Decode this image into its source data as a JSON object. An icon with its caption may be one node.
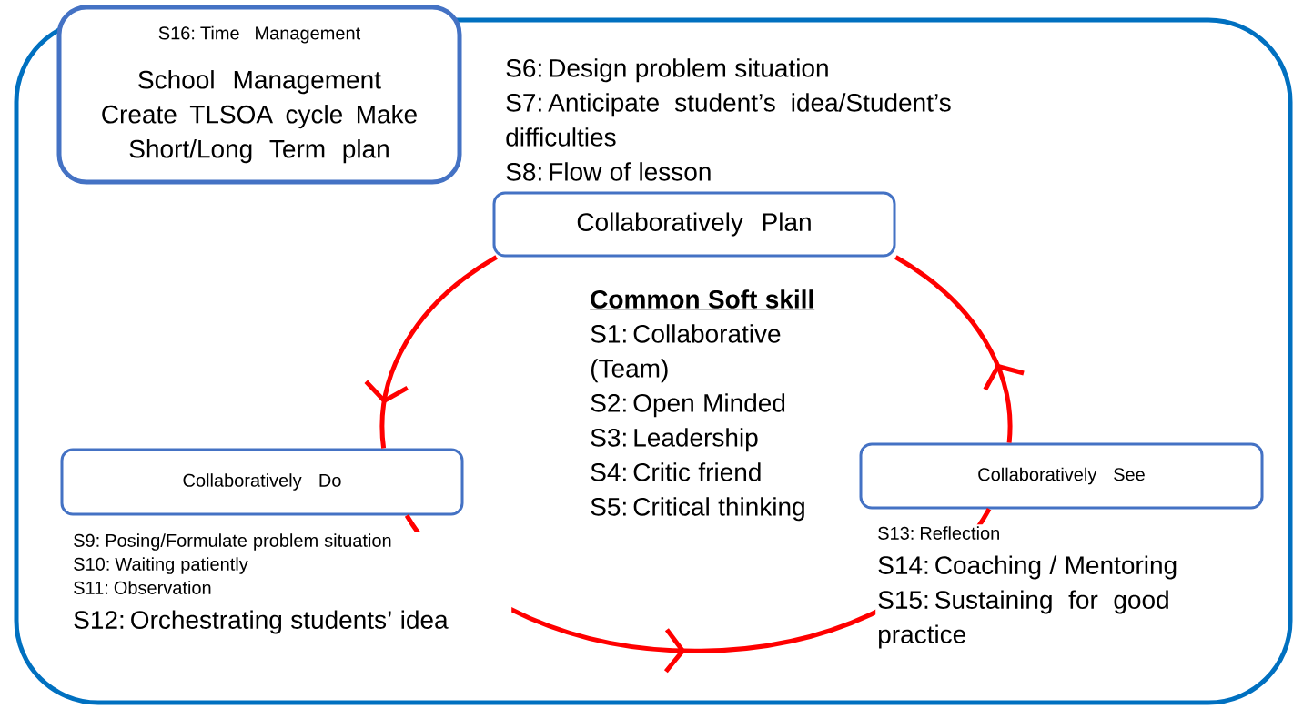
{
  "diagram": {
    "nodes": [
      {
        "text": [
          "S16: Time Management",
          "School Management Create TLSOA cycle Make Short/Long Term plan"
        ]
      },
      {
        "text": [
          "Collaboratively Plan"
        ],
        "beside": [
          "S6: Design problem situation",
          "S7: Anticipate student’s idea/Student’s difficulties",
          "S8: Flow of lesson"
        ]
      },
      {
        "text": [
          "Collaboratively Do"
        ],
        "beside": [
          "S9: Posing/Formulate problem situation",
          "S10: Waiting patiently",
          "S11: Observation",
          "S12: Orchestrating students’ idea"
        ]
      },
      {
        "text": [
          "Collaboratively See"
        ],
        "beside": [
          "S13: Reflection",
          "S14: Coaching / Mentoring",
          "S15: Sustaining for good practice"
        ]
      }
    ],
    "edges": [
      {
        "from": 1,
        "to": 2,
        "arrow": "to"
      },
      {
        "from": 2,
        "to": 3,
        "arrow": "to"
      },
      {
        "from": 3,
        "to": 1,
        "arrow": "to"
      }
    ],
    "labels": [
      "Common Soft skill",
      "S1: Collaborative (Team)",
      "S2: Open Minded",
      "S3: Leadership",
      "S4: Critic friend",
      "S5: Critical thinking"
    ]
  }
}
